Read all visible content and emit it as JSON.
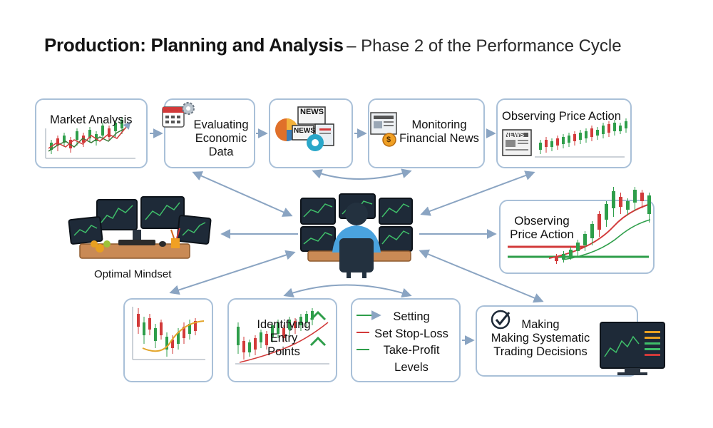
{
  "header": {
    "title_bold": "Production: Planning and Analysis",
    "title_rest": "– Phase 2 of the Performance Cycle"
  },
  "nodes": {
    "market_analysis": {
      "label": "Market Analysis"
    },
    "economic_data": {
      "label_lines": [
        "Evaluating",
        "Economic",
        "Data"
      ]
    },
    "news_charts": {
      "badges": [
        "NEWS",
        "NEWS"
      ]
    },
    "financial_news": {
      "label_lines": [
        "Monitoring",
        "Financial News"
      ],
      "coin": "$"
    },
    "price_action_top": {
      "label": "Observing Price Action",
      "badge": "NEWS"
    },
    "price_action_mid": {
      "label_lines": [
        "Observing",
        "Price Action"
      ]
    },
    "optimal_mindset": {
      "label": "Optimal Mindset"
    },
    "entry_points": {
      "label_lines": [
        "Identifying",
        "Entry",
        "Points"
      ]
    },
    "stop_loss": {
      "label_lines": [
        "Setting",
        "Set Stop-Loss",
        "Take-Profit",
        "Levels"
      ]
    },
    "decisions": {
      "label_lines": [
        "Making",
        "Making Systematic",
        "Trading Decisions"
      ]
    }
  },
  "colors": {
    "card_border": "#a9c0d8",
    "arrow": "#8aa4c2",
    "bull": "#2e9e4a",
    "bear": "#d23a3a",
    "desk": "#c98a55",
    "screen": "#1e2a38"
  }
}
